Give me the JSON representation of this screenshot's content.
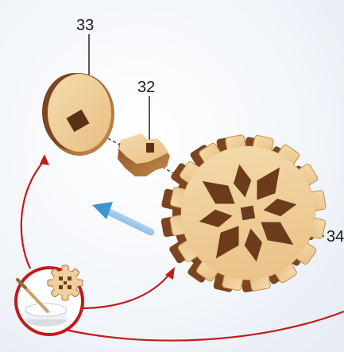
{
  "labels": {
    "washer": "33",
    "connector": "32",
    "gear": "34"
  },
  "colors": {
    "wood_face": "#f0cf9c",
    "wood_edge": "#c79152",
    "wood_dark": "#6b3b1c",
    "leader_line": "#222222",
    "assembly_arrow": "#c21a1a",
    "motion_arrow": "#4aa3dc"
  },
  "icons": [
    "glue-brush-icon",
    "glue-pot-icon",
    "motion-arrow-icon"
  ]
}
